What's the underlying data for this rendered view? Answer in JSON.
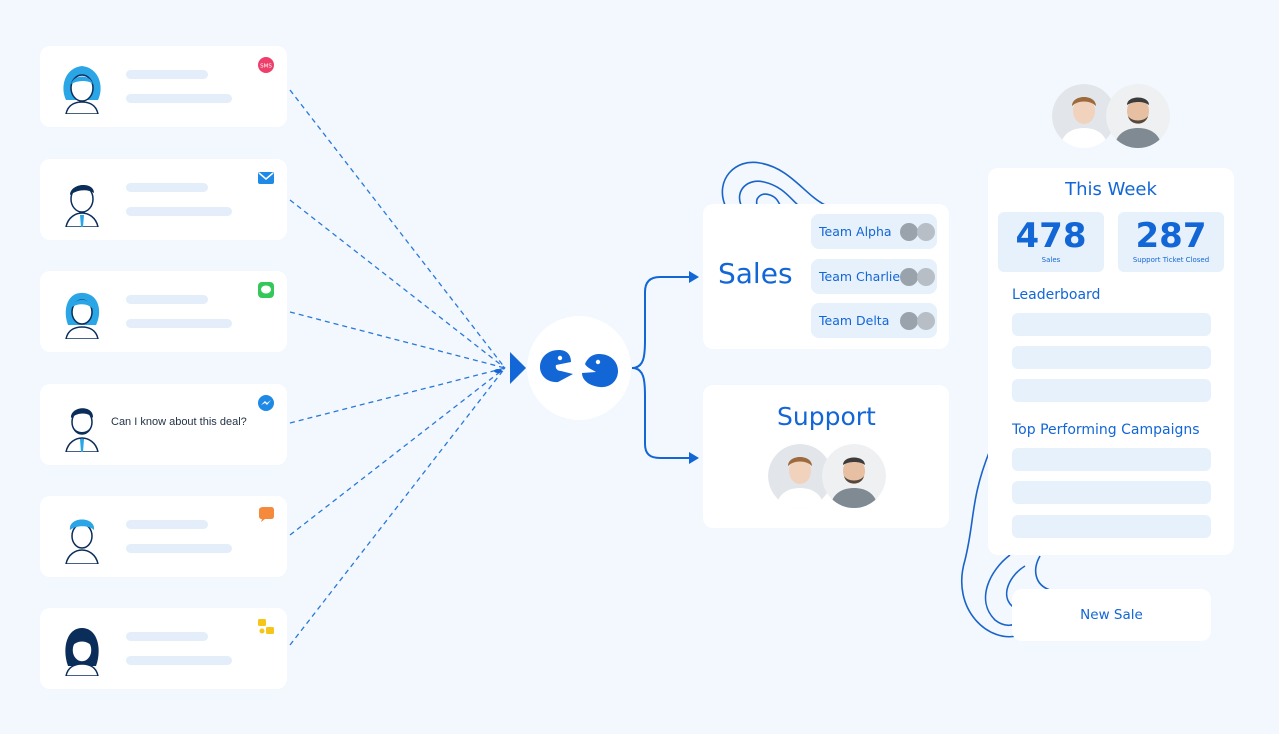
{
  "contacts": [
    {
      "channel": "sms",
      "channel_label": "SMS",
      "message": ""
    },
    {
      "channel": "email",
      "message": ""
    },
    {
      "channel": "imessage",
      "message": ""
    },
    {
      "channel": "messenger",
      "message": "Can I know about this deal?"
    },
    {
      "channel": "livechat",
      "message": ""
    },
    {
      "channel": "chatbot",
      "message": ""
    }
  ],
  "sales": {
    "title": "Sales",
    "teams": [
      "Team Alpha",
      "Team Charlie",
      "Team Delta"
    ]
  },
  "support": {
    "title": "Support"
  },
  "dashboard": {
    "title": "This Week",
    "stats": [
      {
        "value": "478",
        "label": "Sales"
      },
      {
        "value": "287",
        "label": "Support Ticket Closed"
      }
    ],
    "leaderboard_title": "Leaderboard",
    "campaigns_title": "Top Performing Campaigns"
  },
  "new_sale": "New Sale",
  "colors": {
    "accent": "#1266d6",
    "background": "#f2f8fe",
    "pill": "#e6f1fc"
  }
}
